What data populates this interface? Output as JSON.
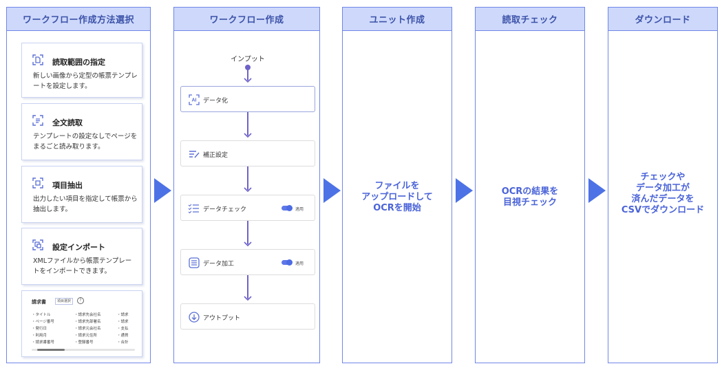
{
  "columns": {
    "method_select": "ワークフロー作成方法選択",
    "workflow_create": "ワークフロー作成",
    "unit_create": "ユニット作成",
    "read_check": "読取チェック",
    "download": "ダウンロード"
  },
  "methods": [
    {
      "title": "読取範囲の指定",
      "desc": "新しい画像から定型の帳票テンプレートを設定します。",
      "icon": "scan-area-icon"
    },
    {
      "title": "全文読取",
      "desc": "テンプレートの設定なしでページをまるごと読み取ります。",
      "icon": "document-text-icon"
    },
    {
      "title": "項目抽出",
      "desc": "出力したい項目を指定して帳票から抽出します。",
      "icon": "extract-icon"
    },
    {
      "title": "設定インポート",
      "desc": "XMLファイルから帳票テンプレートをインポートできます。",
      "icon": "import-icon"
    }
  ],
  "preview": {
    "title": "請求書",
    "badge": "項目選択",
    "help": "?",
    "rows": [
      [
        "・タイトル",
        "・請求先会社名",
        "・請求"
      ],
      [
        "・ページ番号",
        "・請求先部署名",
        "・請求"
      ],
      [
        "・発行日",
        "・請求元会社名",
        "・支払"
      ],
      [
        "・利用月",
        "・請求元住所",
        "・通貨"
      ],
      [
        "・請求書番号",
        "・登録番号",
        "・合計"
      ]
    ]
  },
  "workflow": {
    "input_label": "インプット",
    "nodes": [
      {
        "label": "データ化",
        "icon": "ai-icon",
        "toggle": null
      },
      {
        "label": "補正設定",
        "icon": "edit-lines-icon",
        "toggle": null
      },
      {
        "label": "データチェック",
        "icon": "checklist-icon",
        "toggle": "適用"
      },
      {
        "label": "データ加工",
        "icon": "list-process-icon",
        "toggle": "適用"
      },
      {
        "label": "アウトプット",
        "icon": "download-circle-icon",
        "toggle": null
      }
    ]
  },
  "unit_text": [
    "ファイルを",
    "アップロードして",
    "OCRを開始"
  ],
  "read_text": [
    "OCRの結果を",
    "目視チェック"
  ],
  "download_text": [
    "チェックや",
    "データ加工が",
    "済んだデータを",
    "CSVでダウンロード"
  ],
  "colors": {
    "accent": "#4d72e6",
    "header_bg": "#cdd8fb",
    "border": "#6f86e6",
    "text_accent": "#4a63d8"
  }
}
